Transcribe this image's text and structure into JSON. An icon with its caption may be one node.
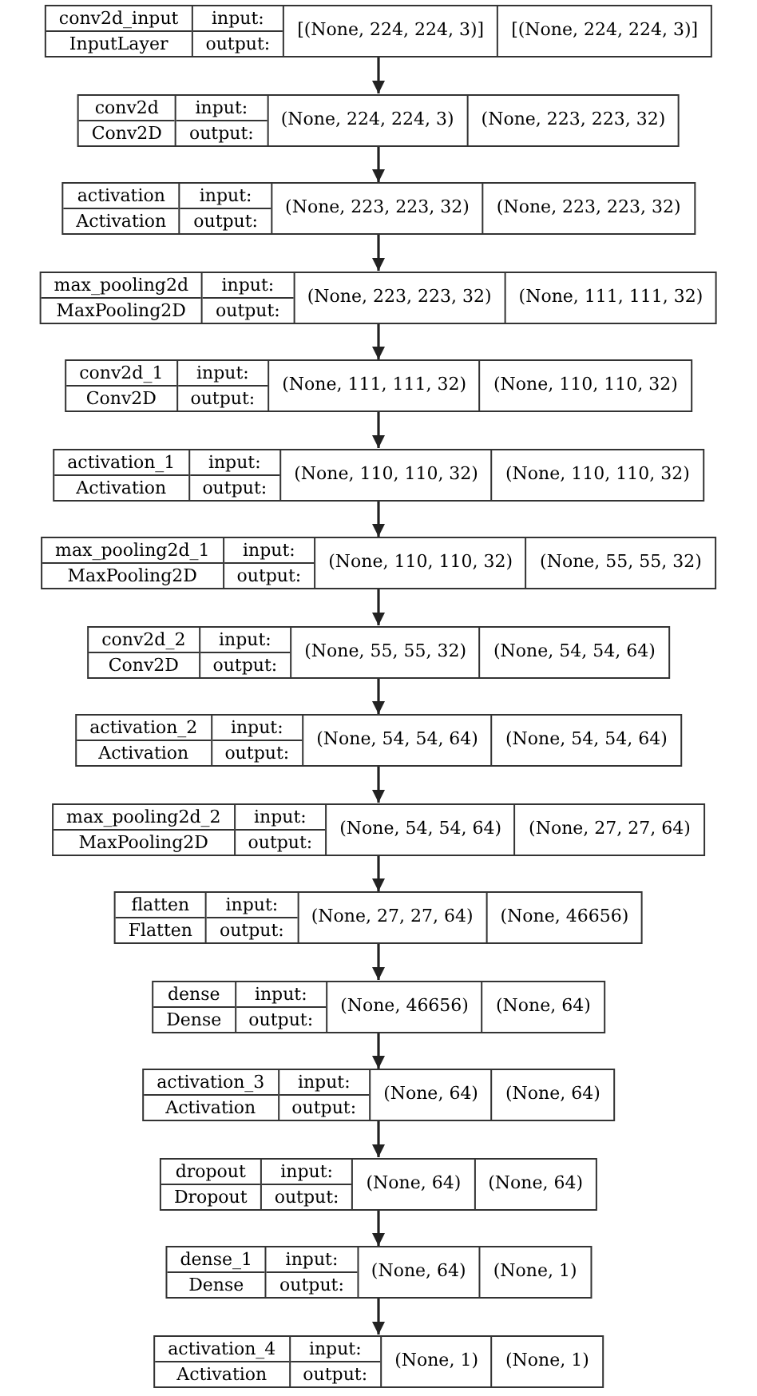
{
  "diagram": {
    "nodes": [
      {
        "text": [
          "conv2d_input",
          "InputLayer",
          "input:",
          "output:",
          "[(None, 224, 224, 3)]",
          "[(None, 224, 224, 3)]"
        ]
      },
      {
        "text": [
          "conv2d",
          "Conv2D",
          "input:",
          "output:",
          "(None, 224, 224, 3)",
          "(None, 223, 223, 32)"
        ]
      },
      {
        "text": [
          "activation",
          "Activation",
          "input:",
          "output:",
          "(None, 223, 223, 32)",
          "(None, 223, 223, 32)"
        ]
      },
      {
        "text": [
          "max_pooling2d",
          "MaxPooling2D",
          "input:",
          "output:",
          "(None, 223, 223, 32)",
          "(None, 111, 111, 32)"
        ]
      },
      {
        "text": [
          "conv2d_1",
          "Conv2D",
          "input:",
          "output:",
          "(None, 111, 111, 32)",
          "(None, 110, 110, 32)"
        ]
      },
      {
        "text": [
          "activation_1",
          "Activation",
          "input:",
          "output:",
          "(None, 110, 110, 32)",
          "(None, 110, 110, 32)"
        ]
      },
      {
        "text": [
          "max_pooling2d_1",
          "MaxPooling2D",
          "input:",
          "output:",
          "(None, 110, 110, 32)",
          "(None, 55, 55, 32)"
        ]
      },
      {
        "text": [
          "conv2d_2",
          "Conv2D",
          "input:",
          "output:",
          "(None, 55, 55, 32)",
          "(None, 54, 54, 64)"
        ]
      },
      {
        "text": [
          "activation_2",
          "Activation",
          "input:",
          "output:",
          "(None, 54, 54, 64)",
          "(None, 54, 54, 64)"
        ]
      },
      {
        "text": [
          "max_pooling2d_2",
          "MaxPooling2D",
          "input:",
          "output:",
          "(None, 54, 54, 64)",
          "(None, 27, 27, 64)"
        ]
      },
      {
        "text": [
          "flatten",
          "Flatten",
          "input:",
          "output:",
          "(None, 27, 27, 64)",
          "(None, 46656)"
        ]
      },
      {
        "text": [
          "dense",
          "Dense",
          "input:",
          "output:",
          "(None, 46656)",
          "(None, 64)"
        ]
      },
      {
        "text": [
          "activation_3",
          "Activation",
          "input:",
          "output:",
          "(None, 64)",
          "(None, 64)"
        ]
      },
      {
        "text": [
          "dropout",
          "Dropout",
          "input:",
          "output:",
          "(None, 64)",
          "(None, 64)"
        ]
      },
      {
        "text": [
          "dense_1",
          "Dense",
          "input:",
          "output:",
          "(None, 64)",
          "(None, 1)"
        ]
      },
      {
        "text": [
          "activation_4",
          "Activation",
          "input:",
          "output:",
          "(None, 1)",
          "(None, 1)"
        ]
      }
    ],
    "edges": [
      {
        "from": 0,
        "to": 1,
        "arrow": "to"
      },
      {
        "from": 1,
        "to": 2,
        "arrow": "to"
      },
      {
        "from": 2,
        "to": 3,
        "arrow": "to"
      },
      {
        "from": 3,
        "to": 4,
        "arrow": "to"
      },
      {
        "from": 4,
        "to": 5,
        "arrow": "to"
      },
      {
        "from": 5,
        "to": 6,
        "arrow": "to"
      },
      {
        "from": 6,
        "to": 7,
        "arrow": "to"
      },
      {
        "from": 7,
        "to": 8,
        "arrow": "to"
      },
      {
        "from": 8,
        "to": 9,
        "arrow": "to"
      },
      {
        "from": 9,
        "to": 10,
        "arrow": "to"
      },
      {
        "from": 10,
        "to": 11,
        "arrow": "to"
      },
      {
        "from": 11,
        "to": 12,
        "arrow": "to"
      },
      {
        "from": 12,
        "to": 13,
        "arrow": "to"
      },
      {
        "from": 13,
        "to": 14,
        "arrow": "to"
      },
      {
        "from": 14,
        "to": 15,
        "arrow": "to"
      }
    ]
  }
}
